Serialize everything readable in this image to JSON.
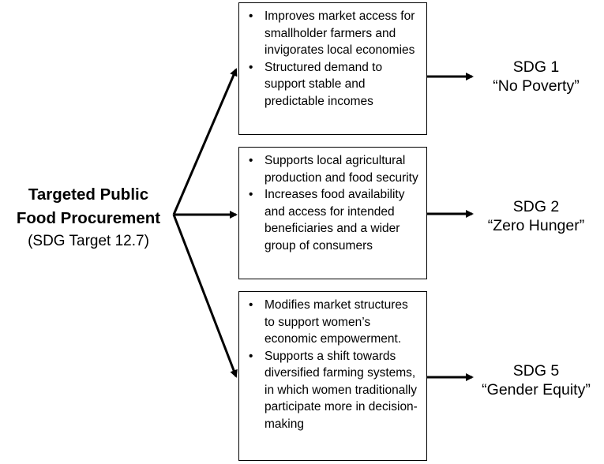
{
  "source": {
    "title_line1": "Targeted Public",
    "title_line2": "Food Procurement",
    "target": "(SDG Target 12.7)"
  },
  "boxes": [
    {
      "bullets": [
        "Improves market access for smallholder farmers and invigorates local economies",
        "Structured demand to support stable and predictable incomes"
      ]
    },
    {
      "bullets": [
        "Supports local agricultural production and food security",
        "Increases food availability and access for intended beneficiaries and a wider group of consumers"
      ]
    },
    {
      "bullets": [
        "Modifies market structures to support women’s economic empowerment.",
        "Supports a shift towards diversified farming systems, in which women traditionally participate more in decision-making"
      ]
    }
  ],
  "sdgs": [
    {
      "number": "SDG 1",
      "name": "“No Poverty”"
    },
    {
      "number": "SDG 2",
      "name": "“Zero Hunger”"
    },
    {
      "number": "SDG 5",
      "name": "“Gender Equity”"
    }
  ],
  "bullet_symbol": "•"
}
